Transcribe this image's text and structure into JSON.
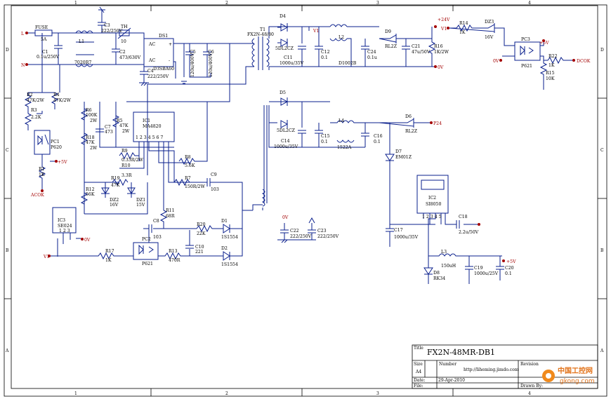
{
  "frame": {
    "cols": [
      "1",
      "2",
      "3",
      "4"
    ],
    "rows": [
      "D",
      "C",
      "B",
      "A"
    ]
  },
  "title_block": {
    "title_label": "Title",
    "title": "FX2N-48MR-DB1",
    "size_label": "Size",
    "size": "A4",
    "number_label": "Number",
    "number": "http://liheming.jimdo.com",
    "revision_label": "Revision",
    "date_label": "Date:",
    "date": "29-Apr-2010",
    "file_label": "File:",
    "drawn_label": "Drawn By:"
  },
  "watermark": {
    "cn": "中国工控网",
    "site": "gkong.com"
  },
  "nets": {
    "L": "L",
    "N": "N",
    "acok": "ACOK",
    "plus5v_pc1": "+5V",
    "v1_top": "V1",
    "v1_pc3": "V1",
    "plus24v": "+24V",
    "zero_v_out": "0V",
    "plus5v_pc3": "+5V",
    "zero_v_pc3": "0V",
    "dcok": "DCOK",
    "p24": "P24",
    "v1_bottom": "V1",
    "zero_v_ic3": "0V",
    "zero_v_mid": "0V",
    "plus5v_out": "+5V"
  },
  "parts": {
    "fuse": "FUSE",
    "fuse_v": "5A",
    "c1": "C1",
    "c1_v": "0.1u/250V",
    "l1": "L1",
    "l1_v": "7020R7",
    "c3": "C3",
    "c3_v": "222/250V",
    "th": "TH",
    "th_v": "10",
    "c2": "C2",
    "c2_v": "473/630V",
    "c4": "C4",
    "c4_v": "222/250V",
    "ds1": "DS1",
    "ds1_v": "D3SBA60",
    "ac1": "AC",
    "ac2": "AC",
    "plus": "+",
    "minus": "-",
    "c5": "C5",
    "c5_v": "120u/400V",
    "c6": "C6",
    "c6_v": "120u/400V",
    "t1": "T1",
    "t1_v": "FX2N-48/80",
    "r2": "R2",
    "r2_v": "47K/2W",
    "r4": "R4",
    "r4_v": "47K/2W",
    "r3": "R3",
    "r3_v": "2.2K",
    "pc1": "PC1",
    "pc1_v": "P620",
    "r1": "R1",
    "r1_v": "1K",
    "r6": "R6",
    "r6_v": "100K",
    "r6_w": "2W",
    "c7": "C7",
    "c7_v": "473",
    "r5": "R5",
    "r5_v": "47K",
    "r5_w": "2W",
    "ic1": "IC1",
    "ic1_v": "MA4820",
    "ic1_pins": "1 2 3 4 5 6 7",
    "r18": "R18",
    "r18_v": "47K",
    "r18_w": "2W",
    "r9": "R9",
    "r9_v": "0.33R/2W",
    "r10": "R10",
    "r10_v": "3.3R",
    "r8": "R8",
    "r8_v": "5.6K",
    "r7": "R7",
    "r7_v": "150R/2W",
    "c9": "C9",
    "c9_v": "103",
    "r12": "R12",
    "r12_v": "56K",
    "r19": "R19",
    "r19_v": "47K",
    "dz2": "DZ2",
    "dz2_v": "16V",
    "dz1": "DZ1",
    "dz1_v": "15V",
    "r11": "R11",
    "r11_v": "68R",
    "ic3": "IC3",
    "ic3_v": "SE024",
    "ic3_pins": "1 2 3",
    "c8": "C8",
    "c8_v": "103",
    "r20": "R20",
    "r20_v": "22K",
    "d1": "D1",
    "d1_v": "1S1554",
    "c10": "C10",
    "c10_v": "221",
    "d2": "D2",
    "d2_v": "1S1554",
    "r17": "R17",
    "r17_v": "1K",
    "pc2": "PC2",
    "pc2_v": "P621",
    "r13": "R13",
    "r13_v": "470R",
    "d4": "D4",
    "d4_v": "5DL2CZ",
    "c11": "C11",
    "c11_v": "1000u/35V",
    "c12": "C12",
    "c12_v": "0.1",
    "l2": "L2",
    "l2_v": "D1002B",
    "c24": "C24",
    "c24_v": "0.1u",
    "d9": "D9",
    "d9_v": "RL2Z",
    "c21": "C21",
    "c21_v": "47u/50V",
    "r16": "R16",
    "r16_v": "1K/2W",
    "r14": "R14",
    "r14_v": "1K",
    "dz3": "DZ3",
    "dz3_v": "16V",
    "pc3": "PC3",
    "pc3_v": "P621",
    "r22": "R22",
    "r22_v": "1K",
    "r15": "R15",
    "r15_v": "10K",
    "d5": "D5",
    "d5_v": "5DL2CZ",
    "c14": "C14",
    "c14_v": "1000u/35V",
    "c15": "C15",
    "c15_v": "0.1",
    "l4": "L4",
    "l4_v": "1522A",
    "c16": "C16",
    "c16_v": "0.1",
    "d6": "D6",
    "d6_v": "RL2Z",
    "d7": "D7",
    "d7_v": "EM01Z",
    "ic2": "IC2",
    "ic2_v": "SI8050",
    "ic2_pins": "1 2 3 4 5",
    "c18": "C18",
    "c18_v": "2.2u/50V",
    "c17": "C17",
    "c17_v": "1000u/35V",
    "c22": "C22",
    "c22_v": "222/250V",
    "c23": "C23",
    "c23_v": "222/250V",
    "l3": "L3",
    "l3_v": "150uH",
    "c19": "C19",
    "c19_v": "1000u/25V",
    "c20": "C20",
    "c20_v": "0.1",
    "d8": "D8",
    "d8_v": "RK34"
  }
}
